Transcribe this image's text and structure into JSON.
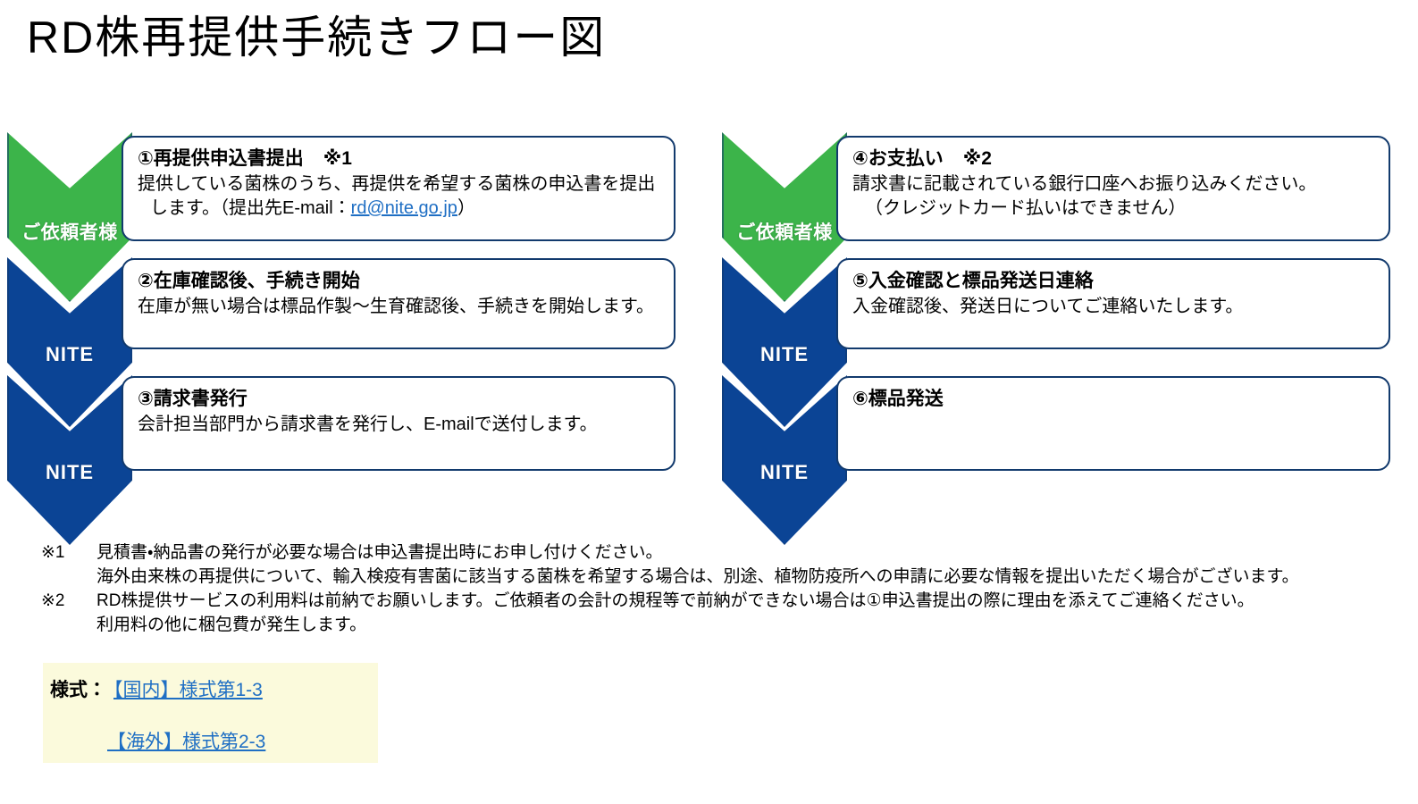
{
  "title": "RD株再提供手続きフロー図",
  "actors": {
    "client": "ご依頼者様",
    "nite": "NITE"
  },
  "flow": {
    "left_column": [
      {
        "actor_label": "ご依頼者様",
        "actor_type": "client",
        "actor_color": "#3cb44a",
        "title": "①再提供申込書提出",
        "note_ref": "※1",
        "body_line1": "提供している菌株のうち、再提供を希望する菌株の申込書を提出",
        "body_line2_prefix": "します。（提出先E-mail：",
        "body_line2_link": "rd@nite.go.jp",
        "body_line2_suffix": "）"
      },
      {
        "actor_label": "NITE",
        "actor_type": "nite",
        "actor_color": "#0b4495",
        "title": "②在庫確認後、手続き開始",
        "note_ref": "",
        "body_line1": "在庫が無い場合は標品作製～生育確認後、手続きを開始します。",
        "body_line2_prefix": "",
        "body_line2_link": "",
        "body_line2_suffix": ""
      },
      {
        "actor_label": "NITE",
        "actor_type": "nite",
        "actor_color": "#0b4495",
        "title": "③請求書発行",
        "note_ref": "",
        "body_line1": "会計担当部門から請求書を発行し、E-mailで送付します。",
        "body_line2_prefix": "",
        "body_line2_link": "",
        "body_line2_suffix": ""
      }
    ],
    "right_column": [
      {
        "actor_label": "ご依頼者様",
        "actor_type": "client",
        "actor_color": "#3cb44a",
        "title": "④お支払い",
        "note_ref": "※2",
        "body_line1": "請求書に記載されている銀行口座へお振り込みください。",
        "body_line2_prefix": "（クレジットカード払いはできません）",
        "body_line2_link": "",
        "body_line2_suffix": ""
      },
      {
        "actor_label": "NITE",
        "actor_type": "nite",
        "actor_color": "#0b4495",
        "title": "⑤入金確認と標品発送日連絡",
        "note_ref": "",
        "body_line1": "入金確認後、発送日についてご連絡いたします。",
        "body_line2_prefix": "",
        "body_line2_link": "",
        "body_line2_suffix": ""
      },
      {
        "actor_label": "NITE",
        "actor_type": "nite",
        "actor_color": "#0b4495",
        "title": "⑥標品発送",
        "note_ref": "",
        "body_line1": "",
        "body_line2_prefix": "",
        "body_line2_link": "",
        "body_line2_suffix": ""
      }
    ]
  },
  "notes": [
    {
      "marker": "※1",
      "line1": "見積書・納品書の発行が必要な場合は申込書提出時にお申し付けください。",
      "line2": "海外由来株の再提供について、輸入検疫有害菌に該当する菌株を希望する場合は、別途、植物防疫所への申請に必要な情報を提出いただく場合がございます。"
    },
    {
      "marker": "※2",
      "line1": "RD株提供サービスの利用料は前納でお願いします。ご依頼者の会計の規程等で前納ができない場合は①申込書提出の際に理由を添えてご連絡ください。",
      "line2": "利用料の他に梱包費が発生します。"
    }
  ],
  "forms": {
    "label": "様式：",
    "domestic_link": "【国内】様式第1-3",
    "overseas_link": "【海外】様式第2-3"
  },
  "colors": {
    "green": "#3cb44a",
    "navy": "#0b4495",
    "border_navy": "#123a6d",
    "link_blue": "#1f6fc4",
    "forms_bg": "#fbfadc"
  }
}
